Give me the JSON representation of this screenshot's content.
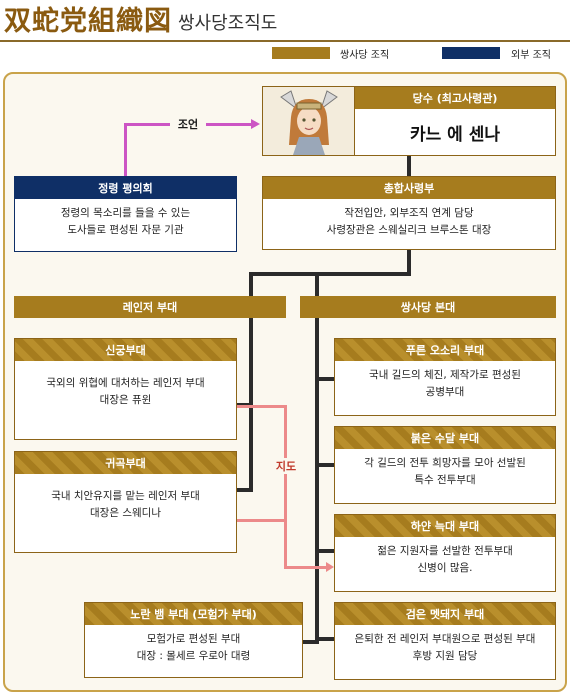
{
  "title": {
    "chinese": "双蛇党組織図",
    "korean": "쌍사당조직도"
  },
  "legend": [
    {
      "label": "쌍사당 조직",
      "color": "#a67c1e"
    },
    {
      "label": "외부 조직",
      "color": "#0f2f66"
    }
  ],
  "leader": {
    "header": "당수 (최고사령관)",
    "name": "카느 에 센나"
  },
  "advice_label": "조언",
  "council": {
    "header": "정령 평의회",
    "lines": [
      "정령의 목소리를 들을 수 있는",
      "도사들로 편성된 자문 기관"
    ]
  },
  "command": {
    "header": "총합사령부",
    "lines": [
      "작전입안, 외부조직 연계 담당",
      "사령장관은 스웨실리크 브루스톤 대장"
    ]
  },
  "ranger_corps": {
    "label": "레인저 부대"
  },
  "main_corps": {
    "label": "쌍사당 본대"
  },
  "guide_label": "지도",
  "units": {
    "divine_bow": {
      "header": "신궁부대",
      "lines": [
        "국외의 위협에 대처하는 레인저 부대",
        "대장은 퓨윈"
      ]
    },
    "ghost_valley": {
      "header": "귀곡부대",
      "lines": [
        "국내 치안유지를 맡는 레인저 부대",
        "대장은 스웨디나"
      ]
    },
    "yellow_snake": {
      "header": "노란 뱀 부대 (모험가 부대)",
      "lines": [
        "모험가로 편성된 부대",
        "대장 : 몰세르 우로아 대령"
      ]
    },
    "blue_vulture": {
      "header": "푸른 오소리 부대",
      "lines": [
        "국내 길드의 체진, 제작가로 편성된",
        "공병부대"
      ]
    },
    "red_otter": {
      "header": "붉은 수달 부대",
      "lines": [
        "각 길드의 전투 희망자를 모아 선발된",
        "특수 전투부대"
      ]
    },
    "white_wolf": {
      "header": "하얀 늑대 부대",
      "lines": [
        "젊은 지원자를 선발한 전투부대",
        "신병이 많음."
      ]
    },
    "black_boar": {
      "header": "검은 멧돼지 부대",
      "lines": [
        "은퇴한 전 레인저 부대원으로 편성된 부대",
        "후방 지원 담당"
      ]
    }
  }
}
